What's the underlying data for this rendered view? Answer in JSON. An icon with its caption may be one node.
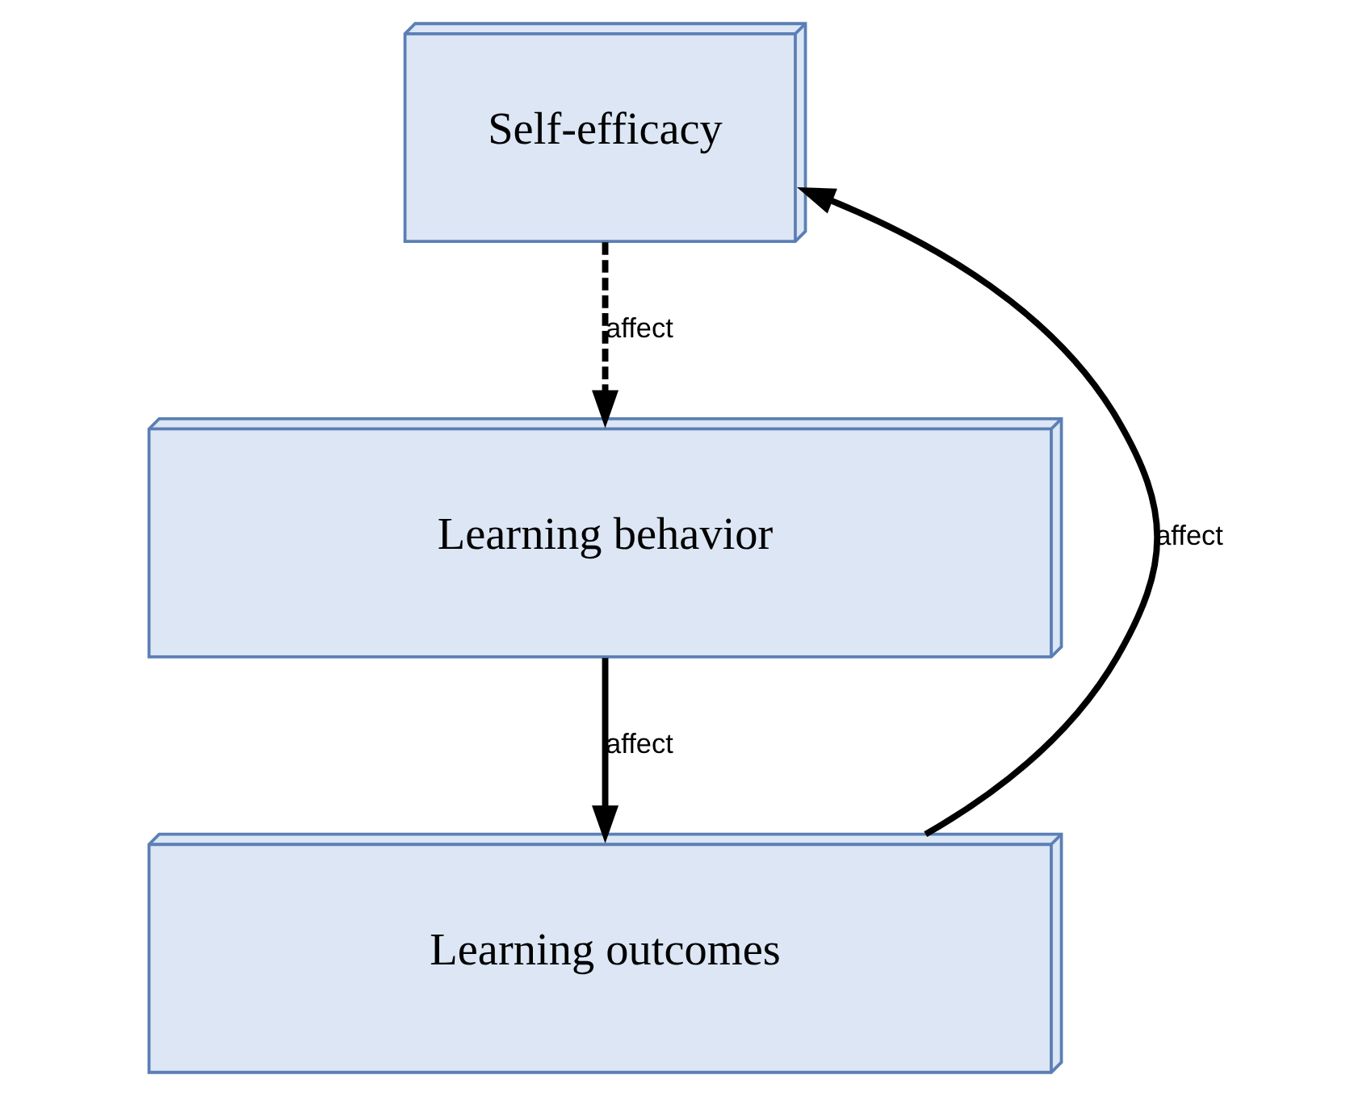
{
  "diagram": {
    "nodes": [
      {
        "text": [
          "Self-efficacy"
        ]
      },
      {
        "text": [
          "Learning behavior"
        ]
      },
      {
        "text": [
          "Learning outcomes"
        ]
      }
    ],
    "edges": [
      {
        "from": 0,
        "to": 1,
        "arrow": "to",
        "label": "affect",
        "style": "dashed"
      },
      {
        "from": 1,
        "to": 2,
        "arrow": "to",
        "label": "affect"
      },
      {
        "from": 2,
        "to": 0,
        "arrow": "to",
        "label": "affect"
      }
    ]
  }
}
